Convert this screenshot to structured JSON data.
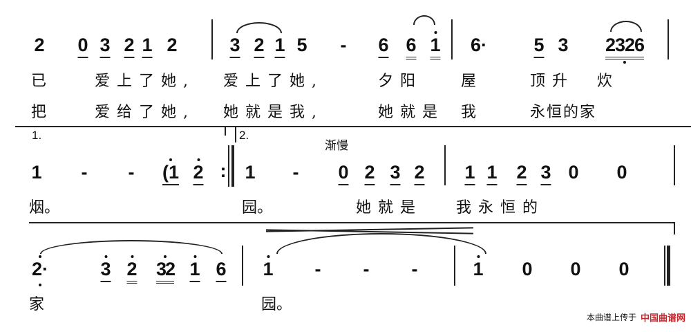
{
  "row1": {
    "notes": [
      "2",
      "0",
      "3",
      "2",
      "1",
      "2",
      "3",
      "2",
      "1",
      "5",
      "-",
      "6",
      "6",
      "1",
      "6·",
      "5",
      "3",
      "2326"
    ]
  },
  "row1_lyrics1": [
    "已",
    "爱上了她,",
    "爱上了她,",
    "夕阳",
    "屋",
    "顶升",
    "炊"
  ],
  "row1_lyrics2": [
    "把",
    "爱给了她,",
    "她就是我,",
    "她就是",
    "我",
    "永恒的家"
  ],
  "row2": {
    "volta1": "1.",
    "volta2": "2.",
    "tempo": "渐慢",
    "notes": [
      "1",
      "-",
      "-",
      "(1",
      "2",
      ":",
      "1",
      "-",
      "0",
      "2",
      "3",
      "2",
      "1",
      "1",
      "2",
      "3",
      "0",
      "0"
    ]
  },
  "row2_lyrics": [
    "烟。",
    "园。",
    "她就是",
    "我永恒的"
  ],
  "row3": {
    "notes": [
      "2·",
      "3",
      "2",
      "32",
      "1",
      "6",
      "1",
      "-",
      "-",
      "-",
      "1",
      "0",
      "0",
      "0"
    ]
  },
  "row3_lyrics": [
    "家",
    "园。"
  ],
  "watermark": {
    "text": "本曲谱上传于",
    "site": "中国曲谱网"
  }
}
